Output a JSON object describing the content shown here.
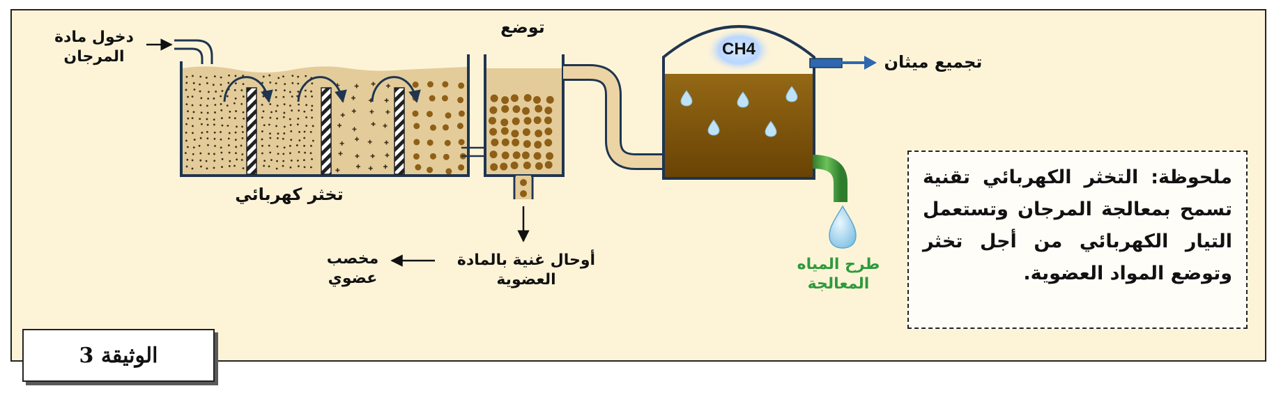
{
  "labels": {
    "inlet": "دخول مادة المرجان",
    "settling": "توضع",
    "electrocoagulation": "تخثر كهربائي",
    "sludge": "أوحال غنية بالمادة العضوية",
    "fertilizer": "مخصب عضوي",
    "methane_formula": "CH4",
    "methane_collection": "تجميع ميثان",
    "treated_water": "طرح المياه المعالجة"
  },
  "note": "ملحوظة: التخثر الكهربائي تقنية تسمح بمعالجة المرجان وتستعمل التيار الكهربائي من أجل تخثر وتوضع المواد العضوية.",
  "document_label": "الوثيقة 3",
  "colors": {
    "background": "#fdf4d8",
    "sand": "#e3cc9a",
    "digester_top": "#8f6314",
    "digester_bottom": "#6c4404",
    "pipe": "#ecd4a4",
    "outlet_pipe": "#4c9a3e",
    "methane_arrow": "#2f67b0",
    "water_drop": "#9cd0e8",
    "text_green": "#2f9a3c"
  }
}
